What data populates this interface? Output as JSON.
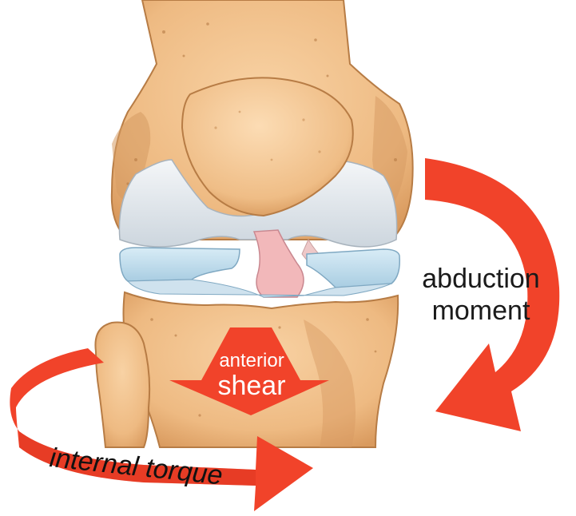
{
  "labels": {
    "abduction_line1": "abduction",
    "abduction_line2": "moment",
    "anterior": "anterior",
    "shear": "shear",
    "internal_torque": "internal torque"
  },
  "colors": {
    "arrow": "#f1432a",
    "arrow_dark": "#c92d18",
    "bone": "#eeba82",
    "bone_shadow": "#c98a52",
    "cartilage": "#dfe6ec",
    "meniscus": "#bcd9e9",
    "ligament": "#f2b8ba",
    "text_dark": "#1a1a1a",
    "text_light": "#ffffff"
  }
}
